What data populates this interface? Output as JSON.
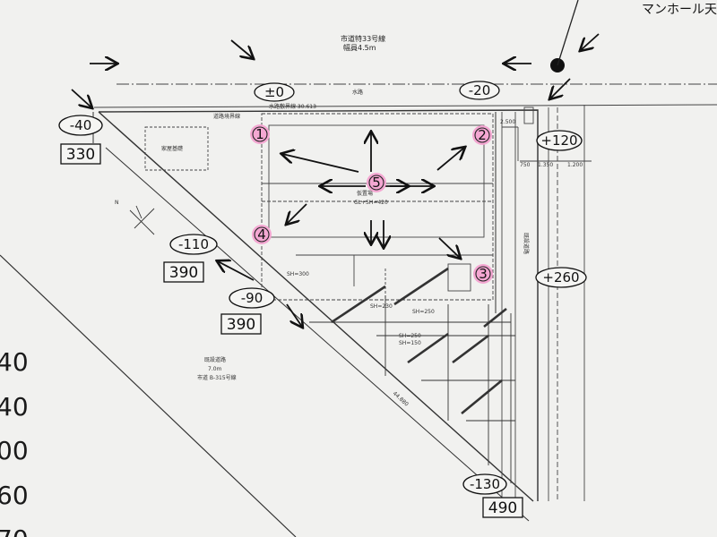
{
  "drawing": {
    "top_road": {
      "line1": "市道特33号線",
      "line2": "幅員4.5m"
    },
    "manhole_label": "マンホール天",
    "boundary_top": "水路敷界線 30.613",
    "waterway": "水路",
    "house": "家屋基礎",
    "north_mark": "N",
    "diagonal_road": {
      "line1": "既設道路",
      "line2": "7.0m",
      "line3": "市道 B-315号線"
    },
    "dim_diag": "44.880",
    "right_road": "既設道路",
    "right_dims": [
      "2.500",
      "1.350",
      "1.200"
    ],
    "bottom_left_labels": [
      "40",
      "40",
      "00",
      "60",
      "70"
    ]
  },
  "levels": [
    {
      "id": "lvl-top-center",
      "text": "±0"
    },
    {
      "id": "lvl-top-right",
      "text": "-20"
    },
    {
      "id": "lvl-left-top",
      "text": "-40",
      "box": "330"
    },
    {
      "id": "lvl-right-mid",
      "text": "+120"
    },
    {
      "id": "lvl-left-mid",
      "text": "-110",
      "box": "390"
    },
    {
      "id": "lvl-center-low",
      "text": "-90",
      "box": "390"
    },
    {
      "id": "lvl-right-low",
      "text": "+260"
    },
    {
      "id": "lvl-bottom",
      "text": "-130",
      "box": "490"
    }
  ],
  "points": [
    "1",
    "2",
    "3",
    "4",
    "5"
  ],
  "colors": {
    "marker": "#f4a7d2",
    "line": "#2b2b2b",
    "paper": "#f1f1ef"
  }
}
